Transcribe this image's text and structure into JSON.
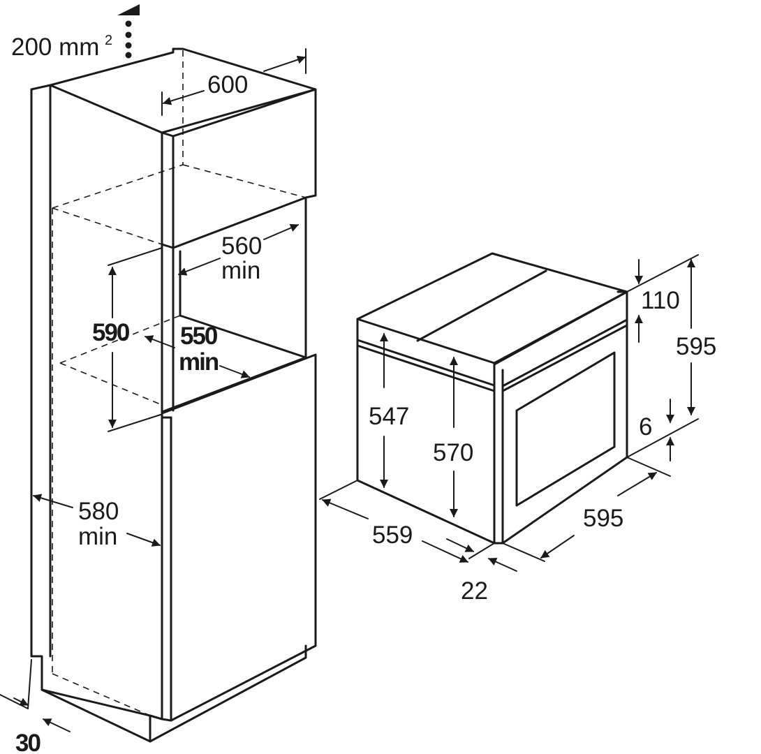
{
  "cabinet": {
    "ventilation_area": "200 mm",
    "ventilation_sup": "2",
    "width": "600",
    "niche_width": "560",
    "niche_width_note": "min",
    "niche_height": "590",
    "niche_depth": "550",
    "niche_depth_note": "min",
    "cabinet_depth": "580",
    "cabinet_depth_note": "min",
    "rear_gap": "30"
  },
  "oven": {
    "top_gap": "110",
    "total_height": "595",
    "body_height_rear": "547",
    "body_height_front": "570",
    "bottom_gap": "6",
    "front_width": "595",
    "body_depth": "559",
    "front_thickness": "22"
  }
}
